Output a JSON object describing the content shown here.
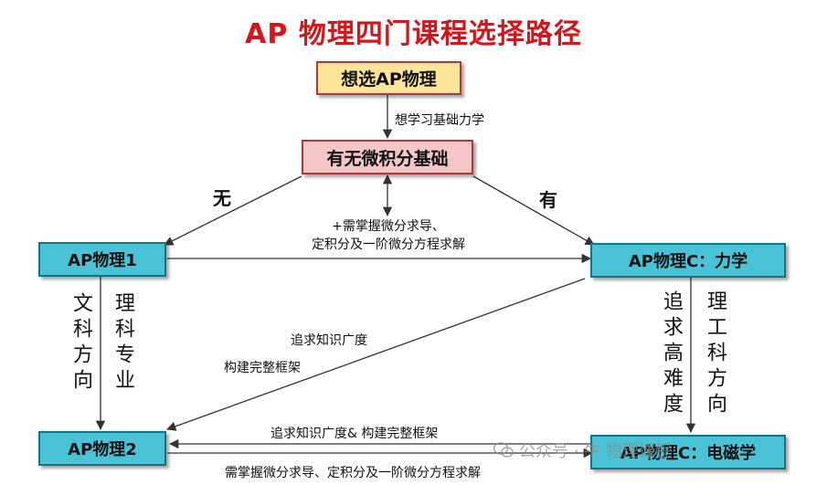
{
  "title": "AP 物理四门课程选择路径",
  "nodes": {
    "start": "想选AP物理",
    "decision": "有无微积分基础",
    "ap1": "AP物理1",
    "apc_mech": "AP物理C：力学",
    "ap2": "AP物理2",
    "apc_em": "AP物理C：电磁学"
  },
  "labels": {
    "want_mechanics": "想学习基础力学",
    "no": "无",
    "yes": "有",
    "calc_line1": "+需掌握微分求导、",
    "calc_line2": "定积分及一阶微分方程求解",
    "pursue_breadth": "追求知识广度",
    "build_framework": "构建完整框架",
    "liberal_arts": "文科方向",
    "science_major": "理科专业",
    "high_difficulty": "追求高难度",
    "engineering": "理工科方向",
    "breadth_framework": "追求知识广度& 构建完整框架",
    "calc_bottom": "需掌握微分求导、定积分及一阶微分方程求解"
  },
  "watermark": "公众号 · 牛 物理课程",
  "colors": {
    "title": "#d3151c",
    "start_fill": "#fde69a",
    "decision_fill": "#f4c6c8",
    "course_fill": "#49c3d5",
    "border_red": "#b0373a",
    "border_teal": "#117487"
  }
}
